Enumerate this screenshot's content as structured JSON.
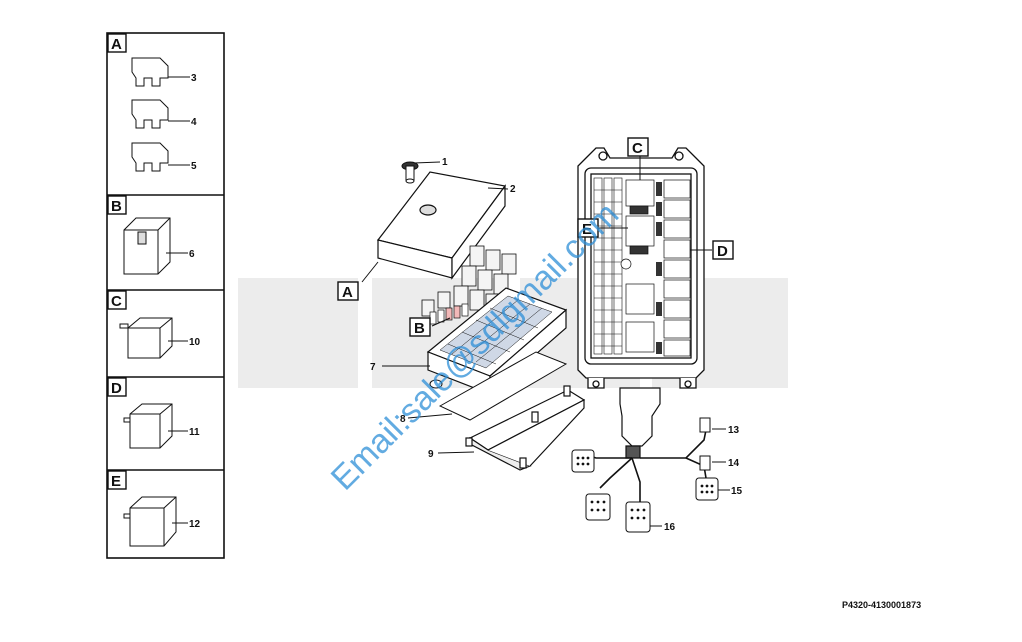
{
  "watermark": "Email:sale@sdlgmail.com",
  "reference_code": "P4320-4130001873",
  "panels": [
    {
      "letter": "A",
      "items": [
        "3",
        "4",
        "5"
      ]
    },
    {
      "letter": "B",
      "items": [
        "6"
      ]
    },
    {
      "letter": "C",
      "items": [
        "10"
      ]
    },
    {
      "letter": "D",
      "items": [
        "11"
      ]
    },
    {
      "letter": "E",
      "items": [
        "12"
      ]
    }
  ],
  "callouts": {
    "c1": "1",
    "c2": "2",
    "c7": "7",
    "c8": "8",
    "c9": "9",
    "c13": "13",
    "c14": "14",
    "c15": "15",
    "c16": "16"
  },
  "diagram_tags": {
    "A": "A",
    "B": "B",
    "C": "C",
    "D": "D",
    "E": "E"
  }
}
